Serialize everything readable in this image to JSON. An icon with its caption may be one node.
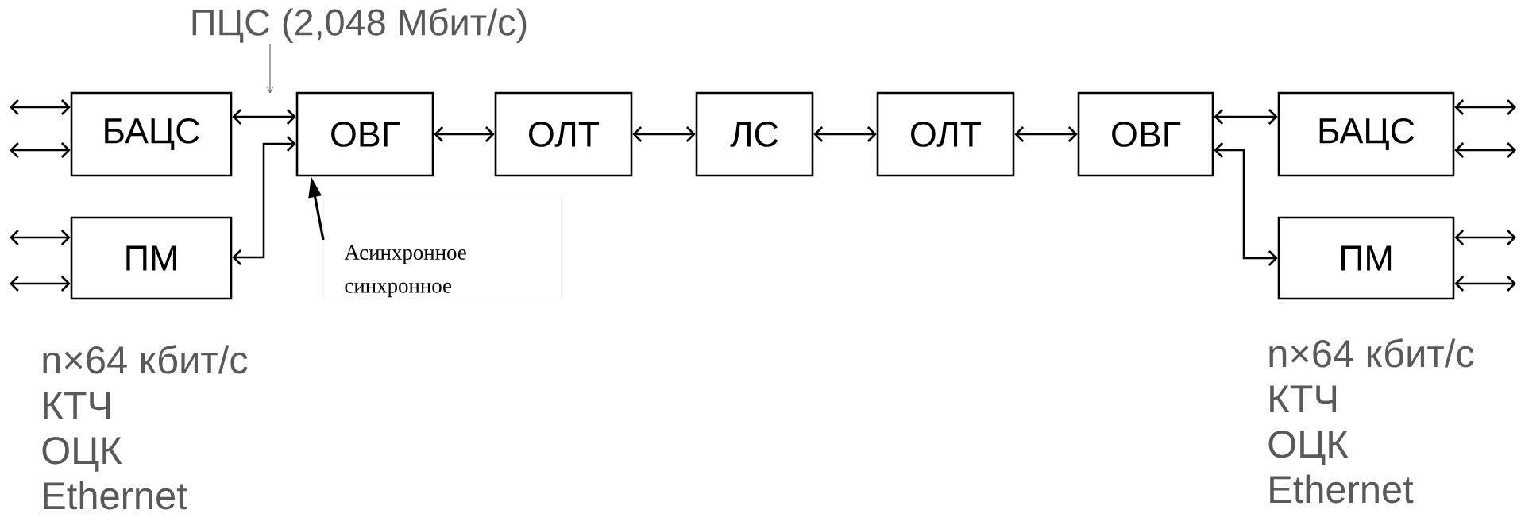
{
  "diagram": {
    "nodes": [
      {
        "text": [
          "ПЦС (2,048 Мбит/с)"
        ]
      },
      {
        "text": [
          "БАЦС"
        ]
      },
      {
        "text": [
          "ПМ"
        ]
      },
      {
        "text": [
          "ОВГ"
        ]
      },
      {
        "text": [
          "ОЛТ"
        ]
      },
      {
        "text": [
          "ЛС"
        ]
      },
      {
        "text": [
          "ОЛТ"
        ]
      },
      {
        "text": [
          "ОВГ"
        ]
      },
      {
        "text": [
          "БАЦС"
        ]
      },
      {
        "text": [
          "ПМ"
        ]
      },
      {
        "text": [
          "Асинхронное синхронное"
        ]
      }
    ],
    "edges": [
      {
        "from": null,
        "to": 1,
        "arrow": "both"
      },
      {
        "from": null,
        "to": 1,
        "arrow": "both"
      },
      {
        "from": null,
        "to": 2,
        "arrow": "both"
      },
      {
        "from": null,
        "to": 2,
        "arrow": "both"
      },
      {
        "from": 1,
        "to": 3,
        "arrow": "both"
      },
      {
        "from": 2,
        "to": 3,
        "arrow": "both"
      },
      {
        "from": 3,
        "to": 4,
        "arrow": "both"
      },
      {
        "from": 4,
        "to": 5,
        "arrow": "both"
      },
      {
        "from": 5,
        "to": 6,
        "arrow": "both"
      },
      {
        "from": 6,
        "to": 7,
        "arrow": "both"
      },
      {
        "from": 7,
        "to": 8,
        "arrow": "both"
      },
      {
        "from": 7,
        "to": 9,
        "arrow": "both"
      },
      {
        "from": 8,
        "to": null,
        "arrow": "both"
      },
      {
        "from": 8,
        "to": null,
        "arrow": "both"
      },
      {
        "from": 9,
        "to": null,
        "arrow": "both"
      },
      {
        "from": 9,
        "to": null,
        "arrow": "both"
      },
      {
        "from": 0,
        "to": null,
        "arrow": "to"
      },
      {
        "from": 10,
        "to": 3,
        "arrow": "to"
      }
    ],
    "labels": [
      "n×64 кбит/с",
      "КТЧ",
      "ОЦК",
      "Ethernet",
      "n×64 кбит/с",
      "КТЧ",
      "ОЦК",
      "Ethernet"
    ]
  }
}
